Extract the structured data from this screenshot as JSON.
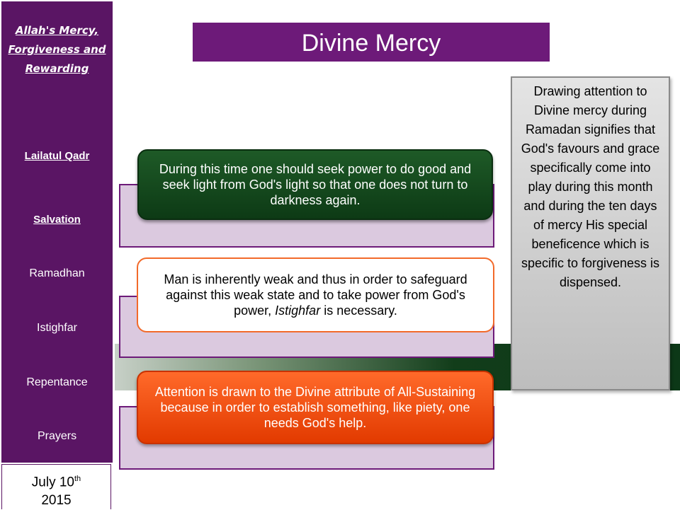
{
  "sidebar": {
    "main_topic": "Allah's Mercy, Forgiveness and Rewarding",
    "items": [
      {
        "label": "Lailatul Qadr"
      },
      {
        "label": "Salvation"
      },
      {
        "label": "Ramadhan"
      },
      {
        "label": "Istighfar"
      },
      {
        "label": "Repentance"
      },
      {
        "label": "Prayers"
      }
    ]
  },
  "date": {
    "month_day": "July 10",
    "suffix": "th",
    "year": "2015"
  },
  "title": "Divine Mercy",
  "points": [
    {
      "text": "During this time one should seek power to do good and seek light from God's light so that one does not turn to darkness again."
    },
    {
      "text_before": "Man is inherently weak and thus in order to safeguard against this weak state and to take power from God's power, ",
      "italic": "Istighfar",
      "text_after": " is necessary."
    },
    {
      "text": "Attention is drawn to the Divine attribute of All-Sustaining because in order to establish something, like piety, one needs God's help."
    }
  ],
  "side_note": "Drawing attention to Divine mercy during Ramadan signifies that God's favours and grace specifically come into play during this month and during the ten days of mercy His special beneficence which is specific to forgiveness is dispensed.",
  "colors": {
    "sidebar": "#5a1564",
    "title_bar": "#6d1a79",
    "green": "#0d3a15",
    "orange": "#f26a2a",
    "lavender": "#dbc9df"
  }
}
